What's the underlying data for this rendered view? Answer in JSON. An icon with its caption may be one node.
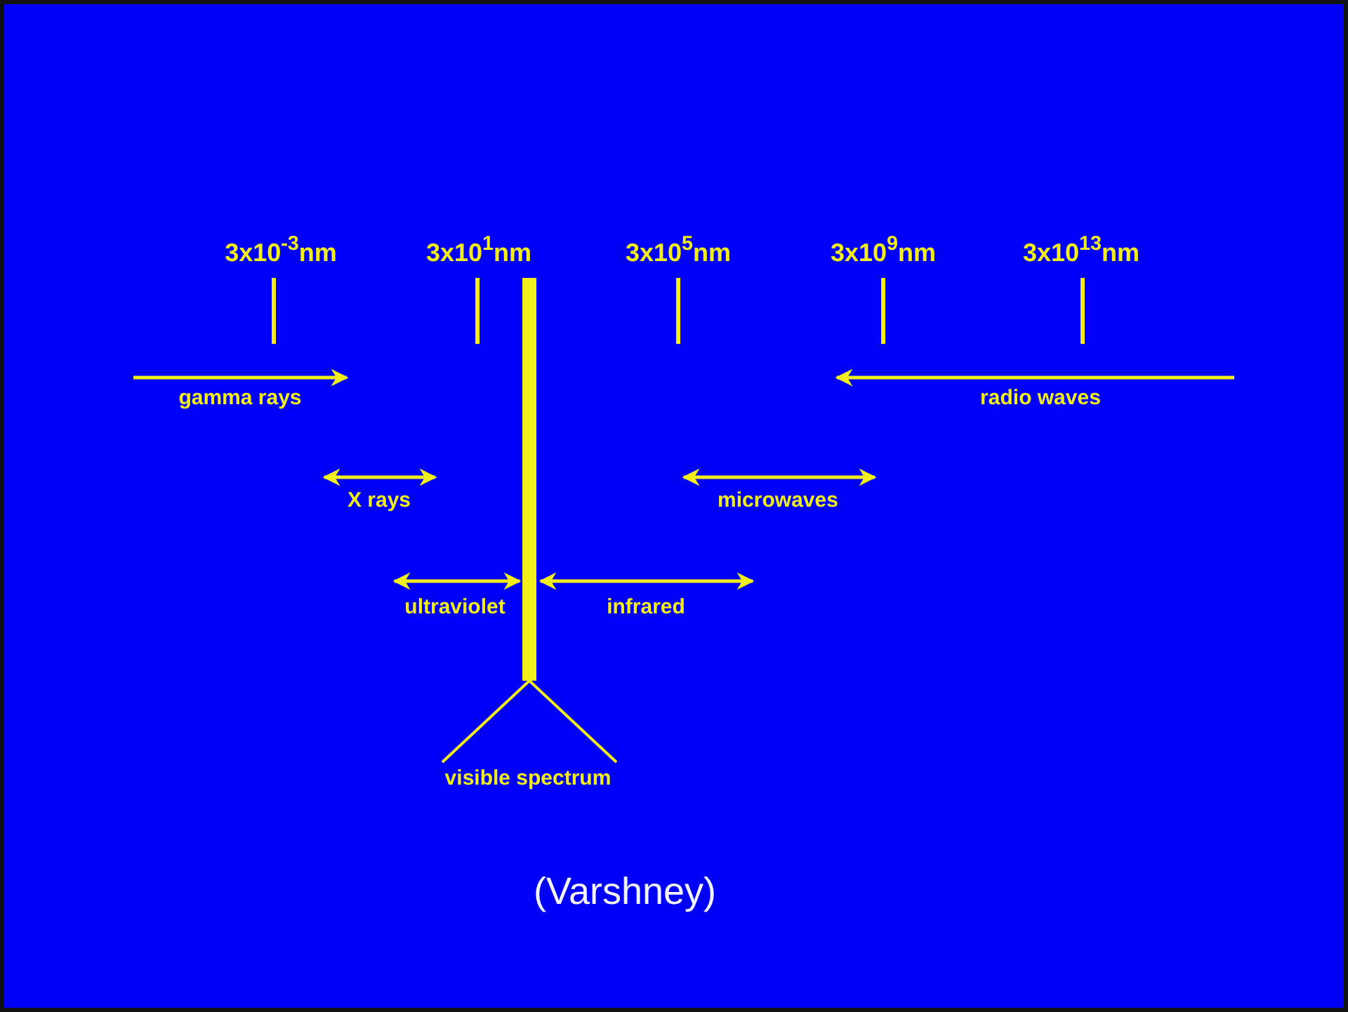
{
  "diagram": {
    "labels": [
      "3x10$^{-3}$nm",
      "3x10$^{1}$nm",
      "3x10$^{5}$nm",
      "3x10$^{9}$nm",
      "3x10$^{13}$nm",
      "gamma rays",
      "radio waves",
      "X rays",
      "microwaves",
      "ultraviolet",
      "infrared",
      "visible spectrum",
      "(Varshney)"
    ]
  }
}
